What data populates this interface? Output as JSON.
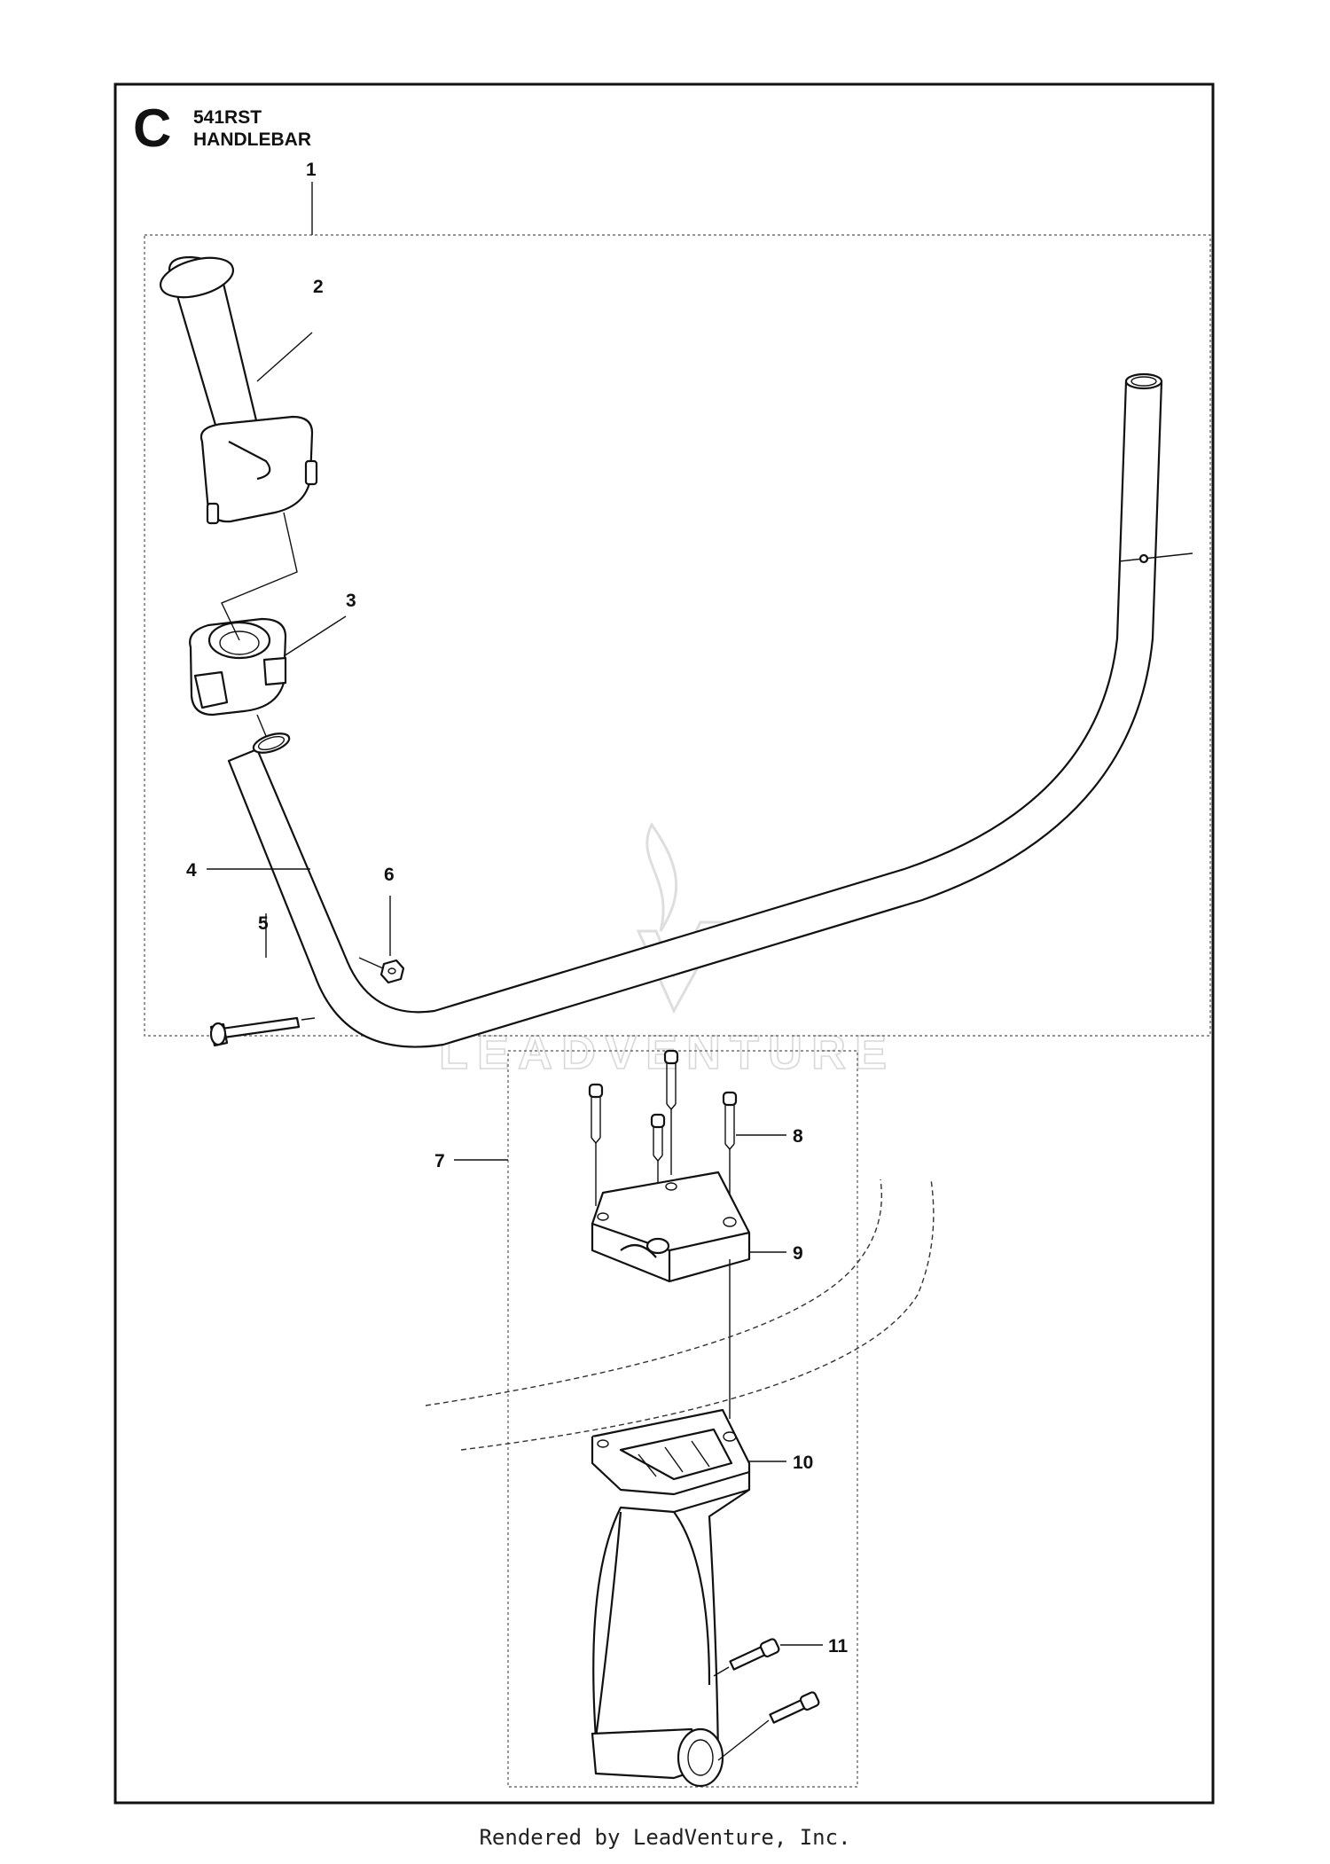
{
  "header": {
    "section_letter": "C",
    "model": "541RST",
    "title": "HANDLEBAR"
  },
  "callouts": [
    "1",
    "2",
    "3",
    "4",
    "5",
    "6",
    "7",
    "8",
    "9",
    "10",
    "11"
  ],
  "watermark": {
    "text": "LEADVENTURE"
  },
  "footer": {
    "text": "Rendered by LeadVenture, Inc."
  }
}
